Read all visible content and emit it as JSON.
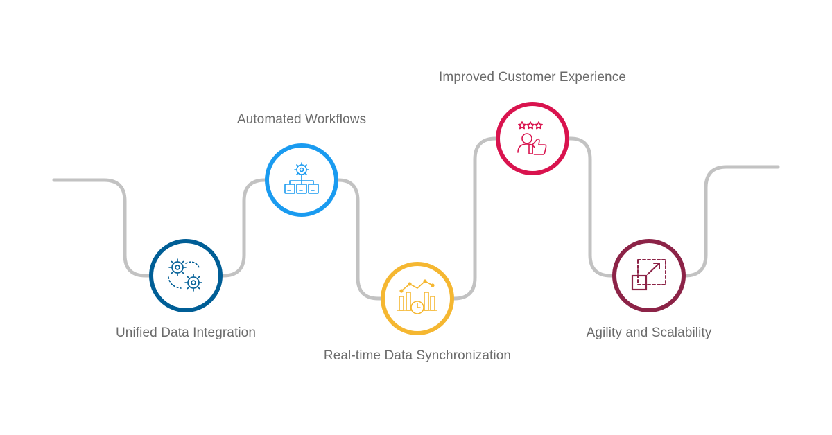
{
  "steps": [
    {
      "label": "Unified Data Integration",
      "icon": "gears-icon",
      "color": "#005e96"
    },
    {
      "label": "Automated Workflows",
      "icon": "workflow-icon",
      "color": "#1a9bf0"
    },
    {
      "label": "Real-time Data Synchronization",
      "icon": "chart-clock-icon",
      "color": "#f5b731"
    },
    {
      "label": "Improved Customer Experience",
      "icon": "rating-thumbs-up-icon",
      "color": "#d9134e"
    },
    {
      "label": "Agility and Scalability",
      "icon": "scale-up-icon",
      "color": "#8c2347"
    }
  ],
  "path_color": "#c2c2c2"
}
